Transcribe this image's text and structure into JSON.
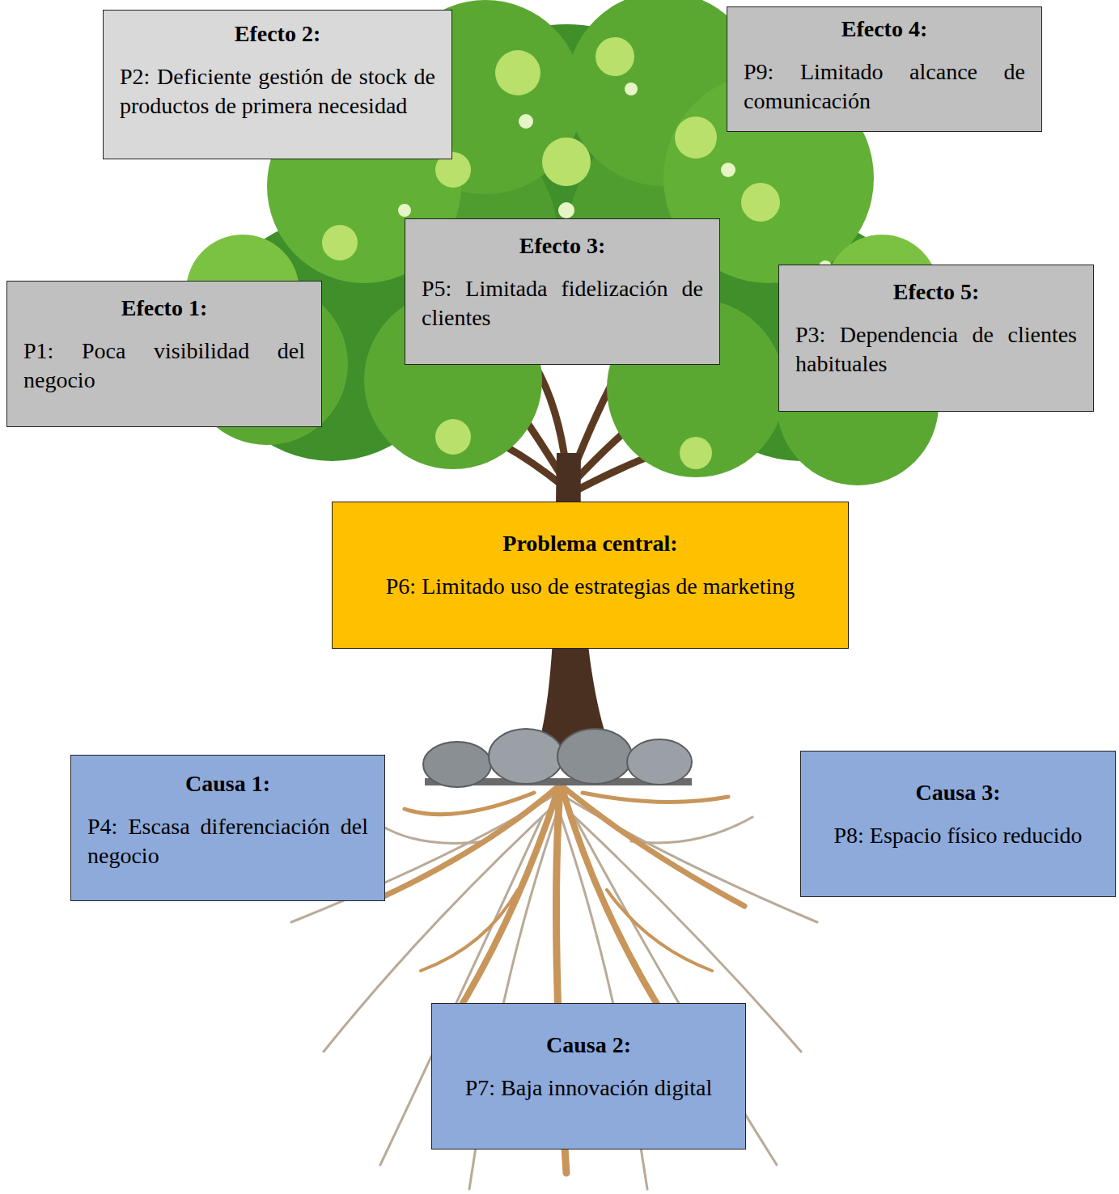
{
  "diagram": {
    "nodes": [
      {
        "text": [
          "Efecto 2:",
          "P2: Deficiente gestión de stock de productos de primera necesidad"
        ]
      },
      {
        "text": [
          "Efecto 4:",
          "P9: Limitado alcance de comunicación"
        ]
      },
      {
        "text": [
          "Efecto 1:",
          "P1: Poca visibilidad del negocio"
        ]
      },
      {
        "text": [
          "Efecto 3:",
          "P5: Limitada fidelización de clientes"
        ]
      },
      {
        "text": [
          "Efecto 5:",
          "P3: Dependencia de clientes habituales"
        ]
      },
      {
        "text": [
          "Problema central:",
          "P6: Limitado uso de estrategias de marketing"
        ]
      },
      {
        "text": [
          "Causa 1:",
          "P4: Escasa diferenciación del negocio"
        ]
      },
      {
        "text": [
          "Causa 3:",
          "P8: Espacio físico reducido"
        ]
      },
      {
        "text": [
          "Causa 2:",
          "P7: Baja innovación digital"
        ]
      }
    ]
  }
}
